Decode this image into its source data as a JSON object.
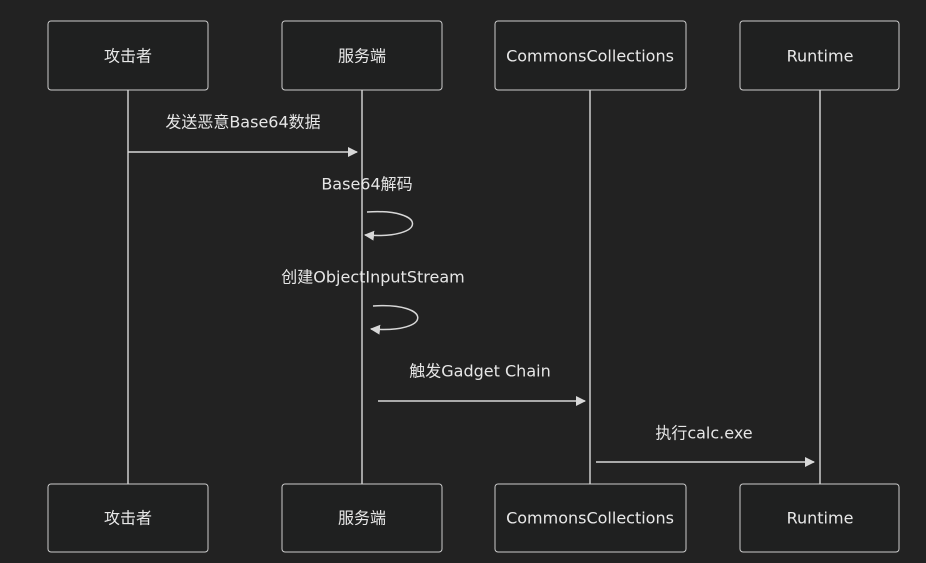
{
  "participants": [
    {
      "id": "attacker",
      "label": "攻击者"
    },
    {
      "id": "server",
      "label": "服务端"
    },
    {
      "id": "commons",
      "label": "CommonsCollections"
    },
    {
      "id": "runtime",
      "label": "Runtime"
    }
  ],
  "messages": [
    {
      "from": "attacker",
      "to": "server",
      "label": "发送恶意Base64数据"
    },
    {
      "from": "server",
      "to": "server",
      "label": "Base64解码"
    },
    {
      "from": "server",
      "to": "server",
      "label": "创建ObjectInputStream"
    },
    {
      "from": "server",
      "to": "commons",
      "label": "触发Gadget Chain"
    },
    {
      "from": "commons",
      "to": "runtime",
      "label": "执行calc.exe"
    }
  ]
}
